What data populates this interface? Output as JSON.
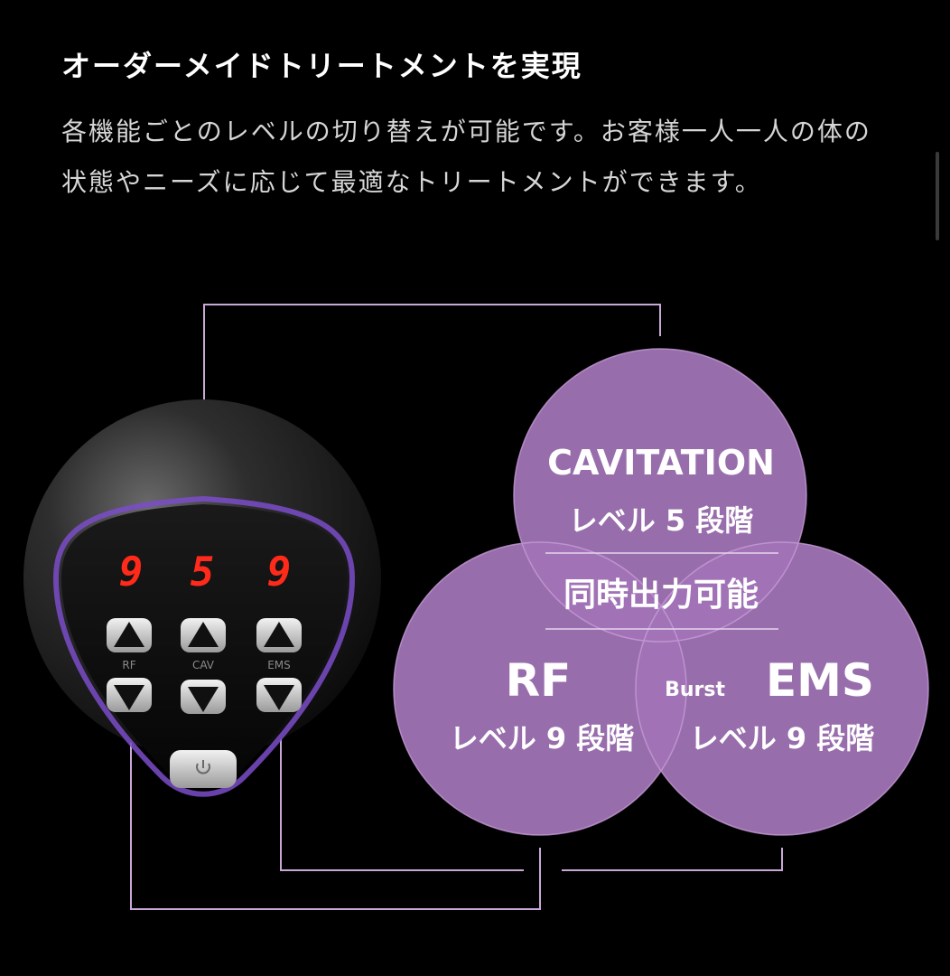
{
  "heading": "オーダーメイドトリートメントを実現",
  "description": "各機能ごとのレベルの切り替えが可能です。お客様一人一人の体の状態やニーズに応じて最適なトリートメントができます。",
  "device": {
    "displays": [
      "9",
      "5",
      "9"
    ],
    "button_labels": [
      "RF",
      "CAV",
      "EMS"
    ],
    "icons": [
      "up-triangle-icon",
      "down-triangle-icon",
      "power-icon"
    ]
  },
  "diagram": {
    "cavitation": {
      "title": "CAVITATION",
      "level": "レベル 5 段階"
    },
    "center": "同時出力可能",
    "rf": {
      "title": "RF",
      "level": "レベル 9 段階"
    },
    "ems": {
      "prefix": "Burst",
      "title": "EMS",
      "level": "レベル 9 段階"
    }
  },
  "colors": {
    "background": "#000000",
    "circle": "#a274b7",
    "connector": "#c9a8d8",
    "display_digit": "#ff2a1a",
    "device_ring": "#7a4cc8"
  }
}
